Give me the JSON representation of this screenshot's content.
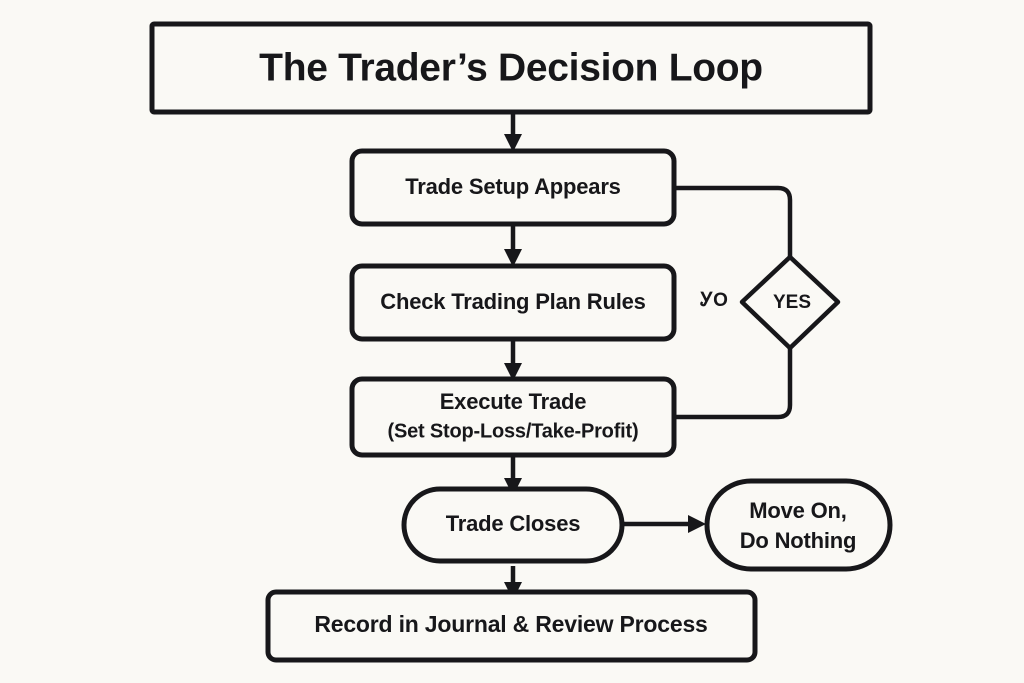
{
  "page": {
    "title": "The Trader's Decision Loop",
    "background_color": "#faf9f5",
    "ink_color": "#17171a"
  },
  "diagram": {
    "type": "flowchart",
    "orientation": "top-to-bottom",
    "title_box": {
      "label": "The Trader’s Decision Loop",
      "shape": "rectangle"
    },
    "nodes": [
      {
        "id": "trade-setup",
        "label": "Trade Setup Appears",
        "shape": "rounded-rectangle"
      },
      {
        "id": "check-rules",
        "label": "Check Trading Plan Rules",
        "shape": "rounded-rectangle"
      },
      {
        "id": "execute-trade",
        "label": "Execute Trade",
        "sublabel": "(Set Stop-Loss/Take-Profit)",
        "shape": "rounded-rectangle"
      },
      {
        "id": "trade-closes",
        "label": "Trade Closes",
        "shape": "stadium"
      },
      {
        "id": "move-on",
        "label_line1": "Move On,",
        "label_line2": "Do Nothing",
        "shape": "stadium"
      },
      {
        "id": "record-journal",
        "label": "Record in Journal & Review Process",
        "shape": "rounded-rectangle"
      },
      {
        "id": "decision-yes",
        "label": "YES",
        "shape": "diamond"
      }
    ],
    "edge_labels": [
      {
        "id": "no-label",
        "label": "ᎩO"
      }
    ]
  }
}
